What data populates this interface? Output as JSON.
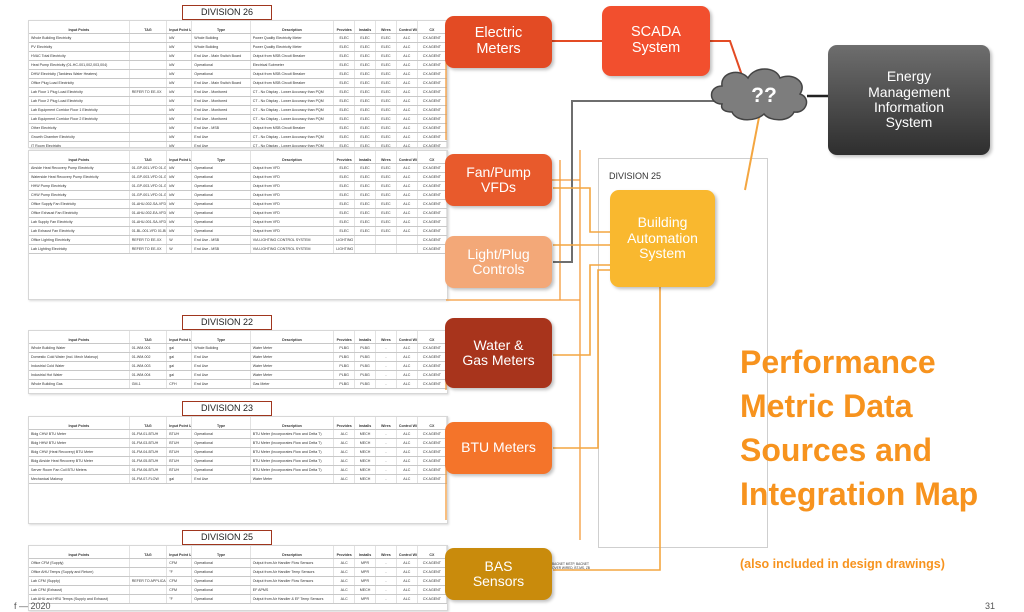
{
  "colors": {
    "electric": "#e34b24",
    "scada": "#f24f2e",
    "ems": "#4a4a4a",
    "fanpump": "#e85a2c",
    "light": "#f3a878",
    "bas": "#f9b82f",
    "water": "#a8341c",
    "btu": "#f4742a",
    "sensors": "#c98b0c"
  },
  "header_cols": [
    "Input Points",
    "TAG",
    "Input Point Units",
    "Type",
    "Description",
    "Provides",
    "Installs",
    "Wires",
    "Control Wiring",
    "CX"
  ],
  "division_labels": [
    "DIVISION 26",
    "DIVISION 22",
    "DIVISION 23",
    "DIVISION 25"
  ],
  "div26": {
    "tag": "REFER TO EE-XX",
    "rows": [
      [
        "Whole Building Electricity",
        "kW",
        "Whole Building",
        "Power Quality Electricity Meter",
        "ELEC",
        "ELEC",
        "ELEC",
        "ALC",
        "CX AGENT"
      ],
      [
        "PV Electricity",
        "kW",
        "Whole Building",
        "Power Quality Electricity Meter",
        "ELEC",
        "ELEC",
        "ELEC",
        "ALC",
        "CX AGENT"
      ],
      [
        "HVAC Total Electricity",
        "kW",
        "End Use - Main Switch Board",
        "Output from MSB Circuit Breaker",
        "ELEC",
        "ELEC",
        "ELEC",
        "ALC",
        "CX AGENT"
      ],
      [
        "Heat Pump Electricity (01-HC-001,002,003,004)",
        "kW",
        "Operational",
        "Electrical Submeter",
        "ELEC",
        "ELEC",
        "ELEC",
        "ALC",
        "CX AGENT"
      ],
      [
        "DHW Electricity (Tankless Water Heaters)",
        "kW",
        "Operational",
        "Output from MSB Circuit Breaker",
        "ELEC",
        "ELEC",
        "ELEC",
        "ALC",
        "CX AGENT"
      ],
      [
        "Office Plug Load Electricity",
        "kW",
        "End Use - Main Switch Board",
        "Output from MSB Circuit Breaker",
        "ELEC",
        "ELEC",
        "ELEC",
        "ALC",
        "CX AGENT"
      ],
      [
        "Lab Floor 1 Plug Load Electricity",
        "kW",
        "End Use - Monitored",
        "CT - No Display - Lower Accuracy than PQM",
        "ELEC",
        "ELEC",
        "ELEC",
        "ALC",
        "CX AGENT"
      ],
      [
        "Lab Floor 2 Plug Load Electricity",
        "kW",
        "End Use - Monitored",
        "CT - No Display - Lower Accuracy than PQM",
        "ELEC",
        "ELEC",
        "ELEC",
        "ALC",
        "CX AGENT"
      ],
      [
        "Lab Equipment Corridor Floor 1 Electricity",
        "kW",
        "End Use - Monitored",
        "CT - No Display - Lower Accuracy than PQM",
        "ELEC",
        "ELEC",
        "ELEC",
        "ALC",
        "CX AGENT"
      ],
      [
        "Lab Equipment Corridor Floor 2 Electricity",
        "kW",
        "End Use - Monitored",
        "CT - No Display - Lower Accuracy than PQM",
        "ELEC",
        "ELEC",
        "ELEC",
        "ALC",
        "CX AGENT"
      ],
      [
        "Other Electricity",
        "kW",
        "End Use - MSB",
        "Output from MSB Circuit Breaker",
        "ELEC",
        "ELEC",
        "ELEC",
        "ALC",
        "CX AGENT"
      ],
      [
        "Growth Chamber Electricity",
        "kW",
        "End Use",
        "CT - No Display - Lower Accuracy than PQM",
        "ELEC",
        "ELEC",
        "ELEC",
        "ALC",
        "CX AGENT"
      ],
      [
        "IT Room Electricity",
        "kW",
        "End Use",
        "CT - No Display - Lower Accuracy than PQM",
        "ELEC",
        "ELEC",
        "ELEC",
        "ALC",
        "CX AGENT"
      ]
    ]
  },
  "div26b": {
    "rows": [
      [
        "Airside Heat Recovery Pump Electricity",
        "01-GP-001-VFD 01-GP-006-VFD",
        "kW",
        "Operational",
        "Output from VFD",
        "ELEC",
        "ELEC",
        "ELEC",
        "ALC",
        "CX AGENT"
      ],
      [
        "Waterside Heat Recovery Pump Electricity",
        "01-GP-003-VFD 01-GP-008-VFD",
        "kW",
        "Operational",
        "Output from VFD",
        "ELEC",
        "ELEC",
        "ELEC",
        "ALC",
        "CX AGENT"
      ],
      [
        "HHW Pump Electricity",
        "01-GP-003-VFD 01-GP-004-VFD",
        "kW",
        "Operational",
        "Output from VFD",
        "ELEC",
        "ELEC",
        "ELEC",
        "ALC",
        "CX AGENT"
      ],
      [
        "CHW Pump Electricity",
        "01-GP-001-VFD 01-GP-002-VFD",
        "kW",
        "Operational",
        "Output from VFD",
        "ELEC",
        "ELEC",
        "ELEC",
        "ALC",
        "CX AGENT"
      ],
      [
        "Office Supply Fan Electricity",
        "01-AHU-002-SA-VFD",
        "kW",
        "Operational",
        "Output from VFD",
        "ELEC",
        "ELEC",
        "ELEC",
        "ALC",
        "CX AGENT"
      ],
      [
        "Office Exhaust Fan Electricity",
        "01-AHU-002-EA-VFD",
        "kW",
        "Operational",
        "Output from VFD",
        "ELEC",
        "ELEC",
        "ELEC",
        "ALC",
        "CX AGENT"
      ],
      [
        "Lab Supply Fan Electricity",
        "01-AHU-001-SA-VFD",
        "kW",
        "Operational",
        "Output from VFD",
        "ELEC",
        "ELEC",
        "ELEC",
        "ALC",
        "CX AGENT"
      ],
      [
        "Lab Exhaust Fan Electricity",
        "01-BL-001-VFD 01-BL-002-VFD",
        "kW",
        "Operational",
        "Output from VFD",
        "ELEC",
        "ELEC",
        "ELEC",
        "ALC",
        "CX AGENT"
      ],
      [
        "Office Lighting Electricity",
        "REFER TO EE-XX",
        "W",
        "End Use - MSB",
        "VIA LIGHTING CONTROL SYSTEM",
        "LIGHTING CONTROL SYSTEM",
        "",
        "",
        "",
        "CX AGENT"
      ],
      [
        "Lab Lighting Electricity",
        "REFER TO EE-XX",
        "W",
        "End Use - MSB",
        "VIA LIGHTING CONTROL SYSTEM",
        "LIGHTING CONTROL SYSTEM",
        "",
        "",
        "",
        "CX AGENT"
      ]
    ]
  },
  "div22": {
    "rows": [
      [
        "Whole Building Water",
        "01-WM-001",
        "gal",
        "Whole Building",
        "Water Meter",
        "PLBG",
        "PLBG",
        "-",
        "ALC",
        "CX AGENT"
      ],
      [
        "Domestic Cold Water (incl. Mech Makeup)",
        "01-WM-002",
        "gal",
        "End Use",
        "Water Meter",
        "PLBG",
        "PLBG",
        "-",
        "ALC",
        "CX AGENT"
      ],
      [
        "Industrial Cold Water",
        "01-WM-003",
        "gal",
        "End Use",
        "Water Meter",
        "PLBG",
        "PLBG",
        "-",
        "ALC",
        "CX AGENT"
      ],
      [
        "Industrial Hot Water",
        "01-WM-004",
        "gal",
        "End Use",
        "Water Meter",
        "PLBG",
        "PLBG",
        "-",
        "ALC",
        "CX AGENT"
      ],
      [
        "Whole Building Gas",
        "GM-1",
        "CFH",
        "End Use",
        "Gas Meter",
        "PLBG",
        "PLBG",
        "-",
        "ALC",
        "CX AGENT"
      ]
    ]
  },
  "div23": {
    "rows": [
      [
        "Bldg CHW BTU Meter",
        "01-FM-01-BTUH",
        "BTUH",
        "Operational",
        "BTU Meter (Incorporates Flow and Delta T)",
        "ALC",
        "MECH",
        "-",
        "ALC",
        "CX AGENT"
      ],
      [
        "Bldg HHW BTU Meter",
        "01-FM-03-BTUH",
        "BTUH",
        "Operational",
        "BTU Meter (Incorporates Flow and Delta T)",
        "ALC",
        "MECH",
        "-",
        "ALC",
        "CX AGENT"
      ],
      [
        "Bldg CHW (Heat Recovery) BTU Meter",
        "01-FM-04-BTUH",
        "BTUH",
        "Operational",
        "BTU Meter (Incorporates Flow and Delta T)",
        "ALC",
        "MECH",
        "-",
        "ALC",
        "CX AGENT"
      ],
      [
        "Bldg Airside Heat Recovery BTU Meter",
        "01-FM-05-BTUH",
        "BTUH",
        "Operational",
        "BTU Meter (Incorporates Flow and Delta T)",
        "ALC",
        "MECH",
        "-",
        "ALC",
        "CX AGENT"
      ],
      [
        "Server Room Fan Coil BTU Meters",
        "01-FM-06-BTUH",
        "BTUH",
        "Operational",
        "BTU Meter (Incorporates Flow and Delta T)",
        "ALC",
        "MECH",
        "-",
        "ALC",
        "CX AGENT"
      ],
      [
        "Mechanical Makeup",
        "01-FM-07-FLOW",
        "gal",
        "End Use",
        "Water Meter",
        "ALC",
        "MECH",
        "-",
        "ALC",
        "CX AGENT"
      ]
    ]
  },
  "div25": {
    "tag": "REFER TO APPLICABLE CONTROLS DWGS",
    "rows": [
      [
        "Office CFM (Supply)",
        "CFM",
        "Operational",
        "Output from Air Handler Flow Sensors",
        "ALC",
        "MPR",
        "-",
        "ALC",
        "CX AGENT"
      ],
      [
        "Office AHU Temps (Supply and Return)",
        "°F",
        "Operational",
        "Output from Air Handler Temp Sensors",
        "ALC",
        "MPR",
        "-",
        "ALC",
        "CX AGENT"
      ],
      [
        "Lab CFM (Supply)",
        "CFM",
        "Operational",
        "Output from Air Handler Flow Sensors",
        "ALC",
        "MPR",
        "-",
        "ALC",
        "CX AGENT"
      ],
      [
        "Lab CFM (Exhaust)",
        "CFM",
        "Operational",
        "EF APMS",
        "ALC",
        "MECH",
        "-",
        "ALC",
        "CX AGENT"
      ],
      [
        "Lab AHU and HRU Temps (Supply and Exhaust)",
        "°F",
        "Operational",
        "Output from Air Handler & EF Temp Sensors",
        "ALC",
        "MPR",
        "-",
        "ALC",
        "CX AGENT"
      ]
    ]
  },
  "boxes": {
    "electric": "Electric\nMeters",
    "scada": "SCADA\nSystem",
    "ems": "Energy\nManagement\nInformation\nSystem",
    "cloud": "??",
    "fanpump": "Fan/Pump\nVFDs",
    "light": "Light/Plug\nControls",
    "bas": "Building\nAutomation\nSystem",
    "water": "Water &\nGas Meters",
    "btu": "BTU Meters",
    "sensors": "BAS\nSensors"
  },
  "panel25_label": "DIVISION 25",
  "title": "Performance Metric Data Sources and Integration Map",
  "subnote": "(also included in design drawings)",
  "sidenote": "BACNET MSTP, BACNET OVER WIRED, BT-MS, ZB",
  "footer": "f  — 2020",
  "pagenum": "31"
}
